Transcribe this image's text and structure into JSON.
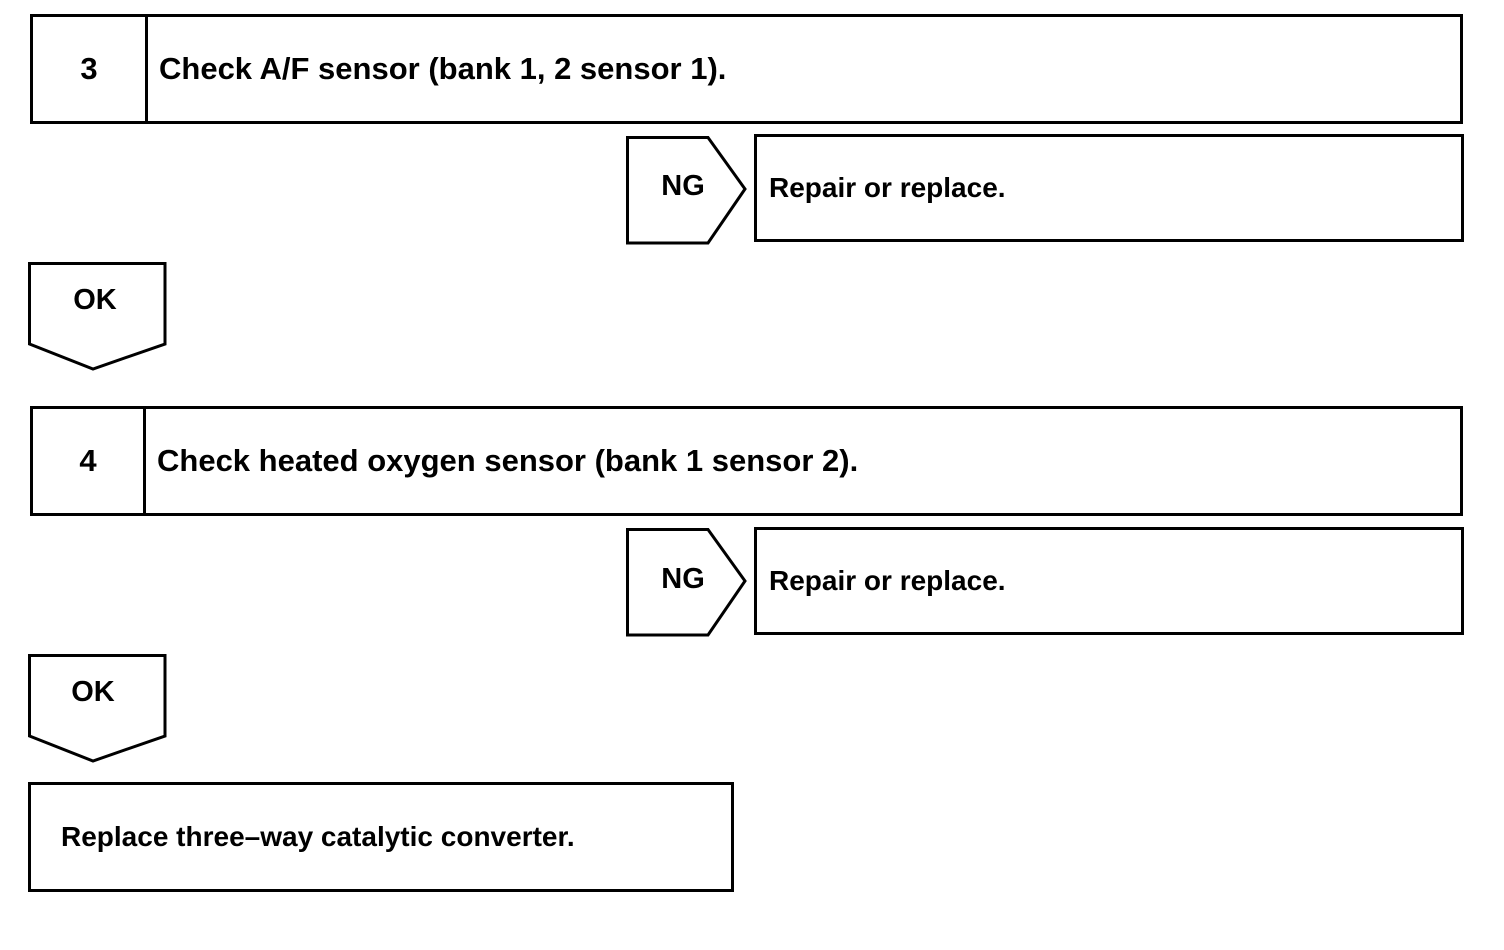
{
  "steps": [
    {
      "number": "3",
      "text": "Check A/F sensor (bank 1, 2 sensor 1).",
      "ng_label": "NG",
      "ng_action": "Repair or replace.",
      "ok_label": "OK"
    },
    {
      "number": "4",
      "text": "Check heated oxygen sensor (bank 1 sensor 2).",
      "ng_label": "NG",
      "ng_action": "Repair or replace.",
      "ok_label": "OK"
    }
  ],
  "final_action": "Replace three–way catalytic converter."
}
